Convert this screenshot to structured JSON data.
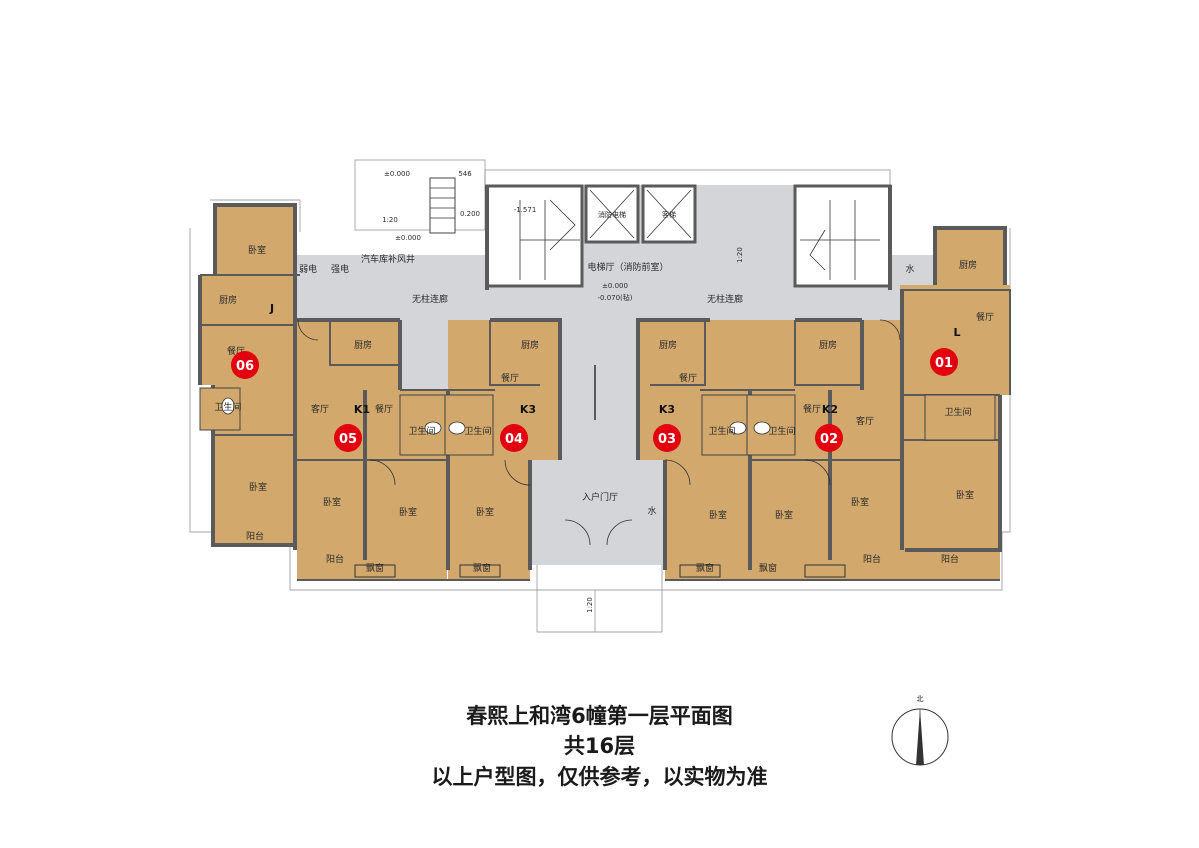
{
  "title": {
    "line1": "春熙上和湾6幢第一层平面图",
    "line2": "共16层",
    "line3": "以上户型图，仅供参考，以实物为准"
  },
  "compass": {
    "label": "北"
  },
  "units": {
    "u01": "01",
    "u02": "02",
    "u03": "03",
    "u04": "04",
    "u05": "05",
    "u06": "06"
  },
  "types": {
    "k1": "K1",
    "k2": "K2",
    "k3a": "K3",
    "k3b": "K3",
    "l": "L",
    "j": "J"
  },
  "rooms": {
    "bedroom": "卧室",
    "kitchen": "厨房",
    "dining": "餐厅",
    "living": "客厅",
    "bathroom": "卫生间",
    "balcony": "阳台",
    "bay_window": "飘窗",
    "corridor": "无柱连廊",
    "elevator_hall": "电梯厅（消防前室）",
    "entrance_hall": "入户门厅",
    "weak_current": "弱电",
    "strong_current": "强电",
    "smoke_shaft": "汽车库补风井",
    "water": "水",
    "fire_elevator": "消防电梯",
    "elevator": "客梯"
  },
  "annotations": {
    "elev_main": "±0.000",
    "elev_sub": "-0.070(毡)",
    "elev_a": "±0.000",
    "elev_b": "0.200",
    "elev_c": "-1.571",
    "elev_d": "±0.000",
    "elev_e": "546",
    "slope_a": "1:20",
    "slope_b": "1:20",
    "slope_c": "1:20"
  },
  "colors": {
    "unit_fill": "#d2a86c",
    "common_fill": "#d3d5d8",
    "wall": "#5c5c5c",
    "badge": "#e3000f"
  }
}
